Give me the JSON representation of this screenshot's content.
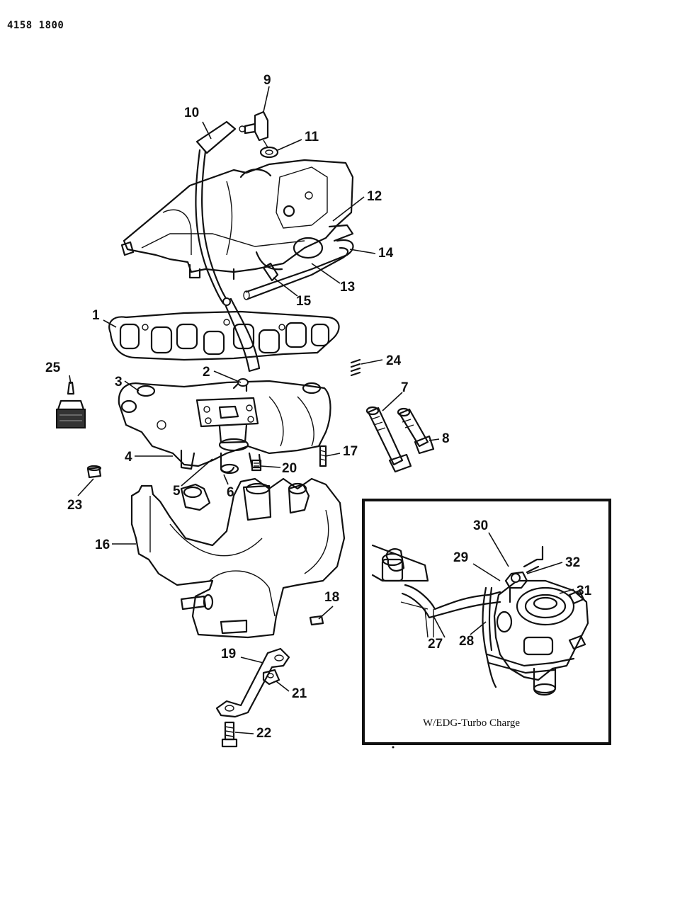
{
  "document_code": "4158 1800",
  "inset_caption": "W/EDG-Turbo Charge",
  "callouts": [
    {
      "id": "c1",
      "text": "1"
    },
    {
      "id": "c2",
      "text": "2"
    },
    {
      "id": "c3",
      "text": "3"
    },
    {
      "id": "c4",
      "text": "4"
    },
    {
      "id": "c5",
      "text": "5"
    },
    {
      "id": "c6",
      "text": "6"
    },
    {
      "id": "c7",
      "text": "7"
    },
    {
      "id": "c8",
      "text": "8"
    },
    {
      "id": "c9",
      "text": "9"
    },
    {
      "id": "c10",
      "text": "10"
    },
    {
      "id": "c11",
      "text": "11"
    },
    {
      "id": "c12",
      "text": "12"
    },
    {
      "id": "c13",
      "text": "13"
    },
    {
      "id": "c14",
      "text": "14"
    },
    {
      "id": "c15",
      "text": "15"
    },
    {
      "id": "c16",
      "text": "16"
    },
    {
      "id": "c17",
      "text": "17"
    },
    {
      "id": "c18",
      "text": "18"
    },
    {
      "id": "c19",
      "text": "19"
    },
    {
      "id": "c20",
      "text": "20"
    },
    {
      "id": "c21",
      "text": "21"
    },
    {
      "id": "c22",
      "text": "22"
    },
    {
      "id": "c23",
      "text": "23"
    },
    {
      "id": "c24",
      "text": "24"
    },
    {
      "id": "c25",
      "text": "25"
    },
    {
      "id": "c27",
      "text": "27"
    },
    {
      "id": "c28",
      "text": "28"
    },
    {
      "id": "c29",
      "text": "29"
    },
    {
      "id": "c30",
      "text": "30"
    },
    {
      "id": "c31",
      "text": "31"
    },
    {
      "id": "c32",
      "text": "32"
    }
  ]
}
